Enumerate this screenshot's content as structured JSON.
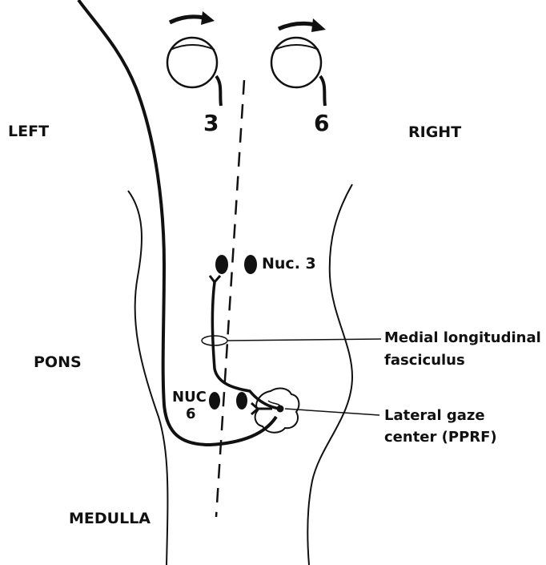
{
  "labels": {
    "left": "LEFT",
    "right": "RIGHT",
    "pons": "PONS",
    "medulla": "MEDULLA",
    "nerve_3": "3",
    "nerve_6": "6",
    "nuc_3": "Nuc. 3",
    "nuc_6_line1": "NUC",
    "nuc_6_line2": "6",
    "mlf_line1": "Medial longitudinal",
    "mlf_line2": "fasciculus",
    "pprf_line1": "Lateral gaze",
    "pprf_line2": "center (PPRF)"
  },
  "colors": {
    "ink": "#111111",
    "background": "#ffffff"
  }
}
